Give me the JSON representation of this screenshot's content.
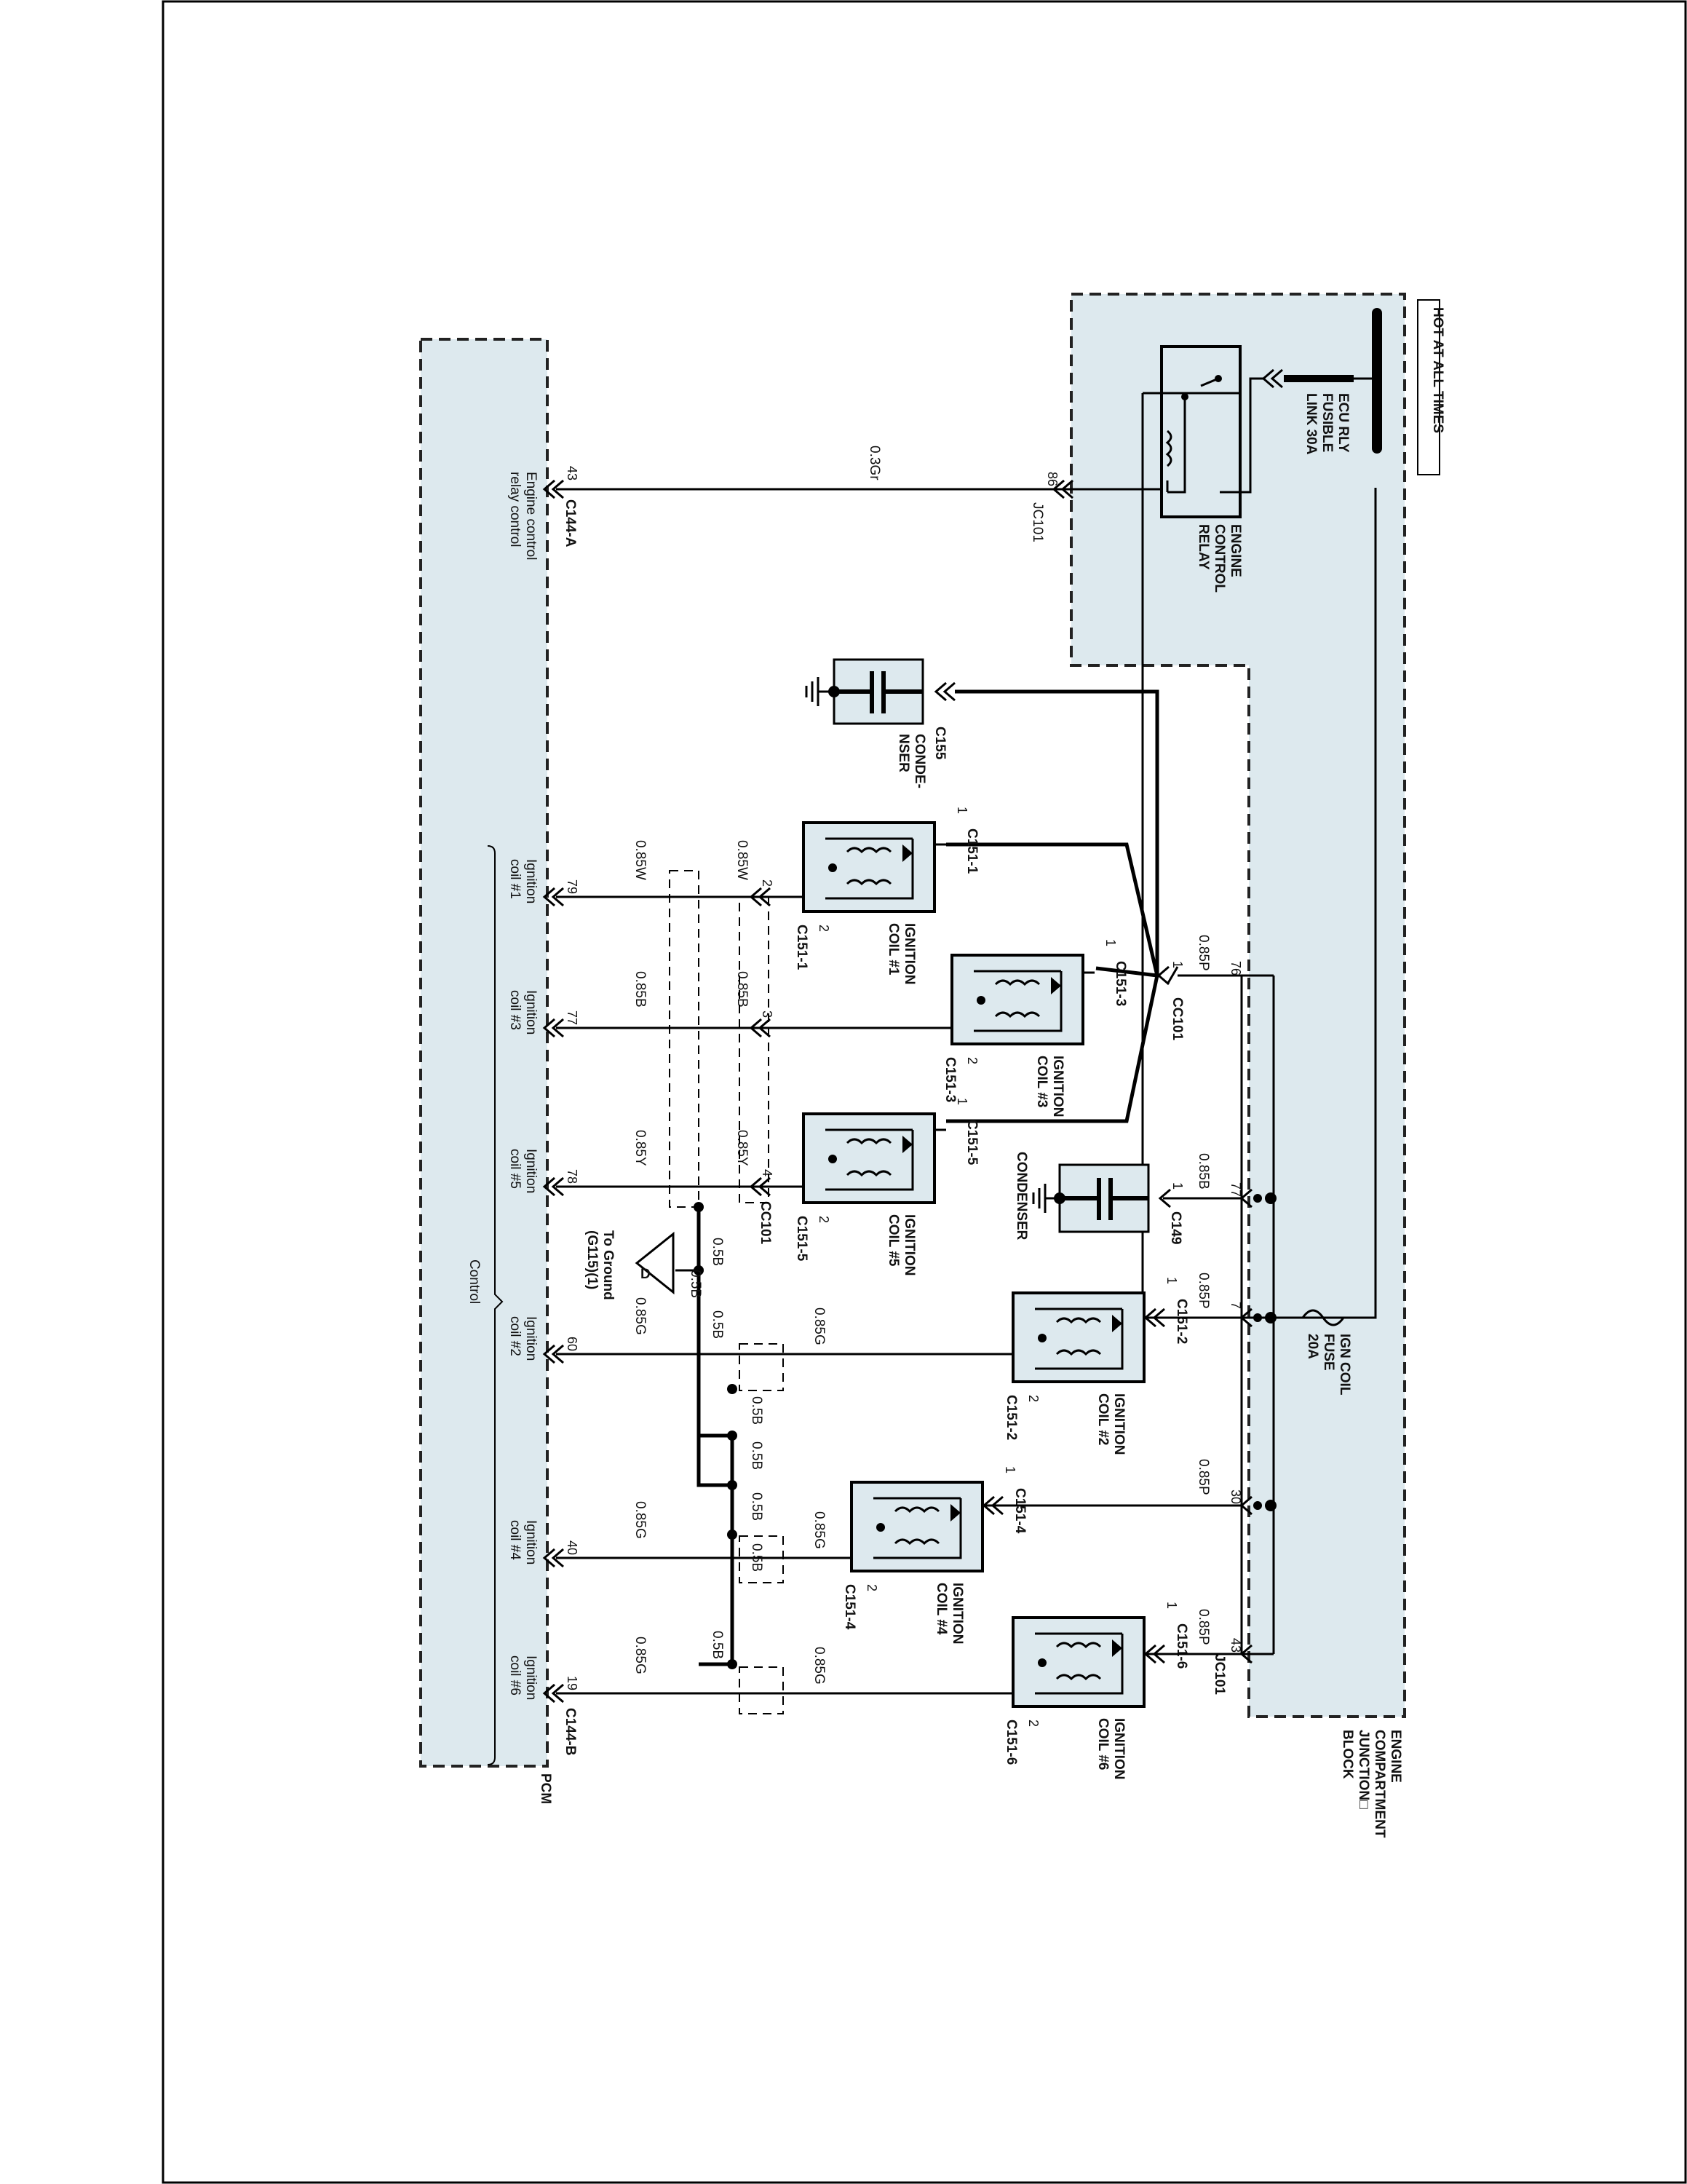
{
  "header": {
    "hot_at_all_times": "HOT AT ALL TIMES"
  },
  "junction_block": {
    "label": [
      "ENGINE",
      "COMPARTMENT",
      "JUNCTION□",
      "BLOCK"
    ]
  },
  "pcm": {
    "label": "PCM",
    "connector_a": "C144-A",
    "connector_b": "C144-B",
    "relay_control_pin": "43",
    "relay_control_label": [
      "Engine control",
      "relay control"
    ],
    "control_label": "Control"
  },
  "fusible_link": {
    "label": [
      "ECU RLY",
      "FUSIBLE",
      "LINK 30A"
    ]
  },
  "relay": {
    "label": [
      "ENGINE",
      "CONTROL",
      "RELAY"
    ],
    "pin": "86",
    "connector": "JC101",
    "wire": "0.3Gr"
  },
  "fuse": {
    "label": [
      "IGN COIL",
      "FUSE",
      "20A"
    ]
  },
  "condenser_c155": {
    "label": [
      "CONDE-",
      "NSER"
    ],
    "connector": "C155"
  },
  "condenser_c149": {
    "label": "CONDENSER",
    "connector": "C149",
    "pin": "1"
  },
  "connectors": {
    "cc101": "CC101",
    "jc101": "JC101"
  },
  "coils": [
    {
      "label": [
        "IGNITION",
        "COIL #1"
      ],
      "conn_top": "C151-1",
      "conn_bot": "C151-1",
      "pin_top": "1",
      "pin_bot": "2"
    },
    {
      "label": [
        "IGNITION",
        "COIL #3"
      ],
      "conn_top": "C151-3",
      "conn_bot": "C151-3",
      "pin_top": "1",
      "pin_bot": "2"
    },
    {
      "label": [
        "IGNITION",
        "COIL #5"
      ],
      "conn_top": "C151-5",
      "conn_bot": "C151-5",
      "pin_top": "1",
      "pin_bot": "2"
    },
    {
      "label": [
        "IGNITION",
        "COIL #2"
      ],
      "conn_top": "C151-2",
      "conn_bot": "C151-2",
      "pin_top": "1",
      "pin_bot": "2"
    },
    {
      "label": [
        "IGNITION",
        "COIL #4"
      ],
      "conn_top": "C151-4",
      "conn_bot": "C151-4",
      "pin_top": "1",
      "pin_bot": "2"
    },
    {
      "label": [
        "IGNITION",
        "COIL #6"
      ],
      "conn_top": "C151-6",
      "conn_bot": "C151-6",
      "pin_top": "1",
      "pin_bot": "2"
    }
  ],
  "wires": {
    "w_085p": "0.85P",
    "w_085b": "0.85B",
    "w_085w": "0.85W",
    "w_085y": "0.85Y",
    "w_085g": "0.85G",
    "w_05b": "0.5B"
  },
  "jb_pins": [
    "76",
    "77",
    "7",
    "30",
    "43"
  ],
  "cc101_pins": [
    "1",
    "2",
    "3",
    "4"
  ],
  "pcm_pins": [
    "79",
    "77",
    "78",
    "60",
    "40",
    "19"
  ],
  "pcm_inputs": [
    [
      "Ignition",
      "coil #1"
    ],
    [
      "Ignition",
      "coil #3"
    ],
    [
      "Ignition",
      "coil #5"
    ],
    [
      "Ignition",
      "coil #2"
    ],
    [
      "Ignition",
      "coil #4"
    ],
    [
      "Ignition",
      "coil #6"
    ]
  ],
  "ground": {
    "symbol": "D",
    "label": [
      "To Ground",
      "(G115)(1)"
    ]
  }
}
